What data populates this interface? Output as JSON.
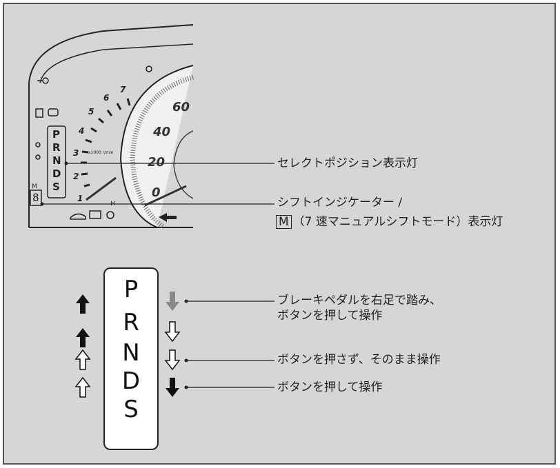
{
  "dashboard": {
    "indicator_letters": [
      "P",
      "R",
      "N",
      "D",
      "S"
    ],
    "mode_letter": "M",
    "gear_digit": "8",
    "tach_numbers": [
      "1",
      "2",
      "3",
      "4",
      "5",
      "6",
      "7"
    ],
    "tach_unit": "x1000 r/min",
    "speed_numbers": [
      "60",
      "40",
      "20",
      "0"
    ],
    "fuel_letter": "H"
  },
  "callouts": {
    "select_position": "セレクトポジション表示灯",
    "shift_indicator": "シフトインジケーター /",
    "m_mode_box": "M",
    "m_mode_text": "（7 速マニュアルシフトモード）表示灯",
    "brake_line1": "ブレーキペダルを右足で踏み、",
    "brake_line2": "ボタンを押して操作",
    "no_button": "ボタンを押さず、そのまま操作",
    "press_button": "ボタンを押して操作"
  },
  "shift_pattern": {
    "gears": [
      "P",
      "R",
      "N",
      "D",
      "S"
    ]
  },
  "colors": {
    "panel": "#d6d6d6",
    "frame": "#555555",
    "ink": "#222222",
    "gray_arrow": "#888888"
  }
}
